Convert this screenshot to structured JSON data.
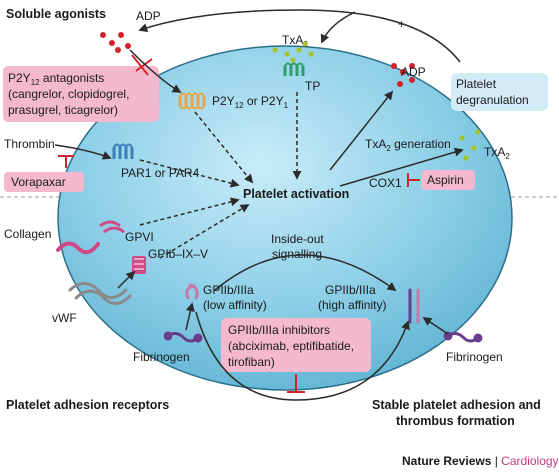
{
  "sections": {
    "soluble_agonists": "Soluble agonists",
    "adhesion_receptors": "Platelet adhesion receptors",
    "stable_adhesion_line1": "Stable platelet adhesion and",
    "stable_adhesion_line2": "thrombus formation"
  },
  "center": {
    "platelet_activation": "Platelet activation"
  },
  "agonists": {
    "adp_top": "ADP",
    "adp_right": "ADP",
    "txa2_top": "TxA",
    "txa2_right": "TxA",
    "subscript_2": "2",
    "thrombin": "Thrombin",
    "collagen": "Collagen",
    "vwf": "vWF",
    "fibrinogen_left": "Fibrinogen",
    "fibrinogen_right": "Fibrinogen",
    "plus": "+"
  },
  "receptors": {
    "p2y_a": "P2Y",
    "p2y_a_sub": "12",
    "p2y_or": " or P2Y",
    "p2y_b_sub": "1",
    "tp": "TP",
    "par": "PAR1 or PAR4",
    "gpvi": "GPVI",
    "gpib": "GPIb–IX–V",
    "gp_low_line1": "GPIIb/IIIa",
    "gp_low_line2": "(low affinity)",
    "gp_high_line1": "GPIIb/IIIa",
    "gp_high_line2": "(high affinity)",
    "inside_out_line1": "Inside-out",
    "inside_out_line2": "signalling",
    "txa2_generation": "TxA",
    "txa2_generation_suffix": " generation",
    "cox1": "COX1"
  },
  "drugs": {
    "p2y12_title_a": "P2Y",
    "p2y12_title_sub": "12",
    "p2y12_title_b": " antagonists",
    "p2y12_line2": "(cangrelor, clopidogrel,",
    "p2y12_line3": "prasugrel, ticagrelor)",
    "vorapaxar": "Vorapaxar",
    "aspirin": "Aspirin",
    "gp_inhib_line1": "GPIIb/IIIa inhibitors",
    "gp_inhib_line2": "(abciximab, eptifibatide,",
    "gp_inhib_line3": "tirofiban)"
  },
  "info": {
    "degranulation_line1": "Platelet",
    "degranulation_line2": "degranulation"
  },
  "credit": {
    "journal": "Nature Reviews",
    "separator": " | ",
    "section": "Cardiology"
  },
  "colors": {
    "platelet_fill": "#8fd0e8",
    "platelet_edge": "#2a6f8a",
    "drug_box": "#f4b9cf",
    "info_box": "#d3ebf7",
    "inhibit_red": "#d2232a",
    "adp_dot": "#d2232a",
    "txa2_dot": "#a6c22e",
    "receptor_orange": "#e5a44a",
    "receptor_green": "#2e9e6a",
    "receptor_blue": "#3f7fb6",
    "collagen_pink": "#d04a86",
    "fibrinogen_purple": "#6a3d8c",
    "credit_accent": "#c2377a"
  }
}
